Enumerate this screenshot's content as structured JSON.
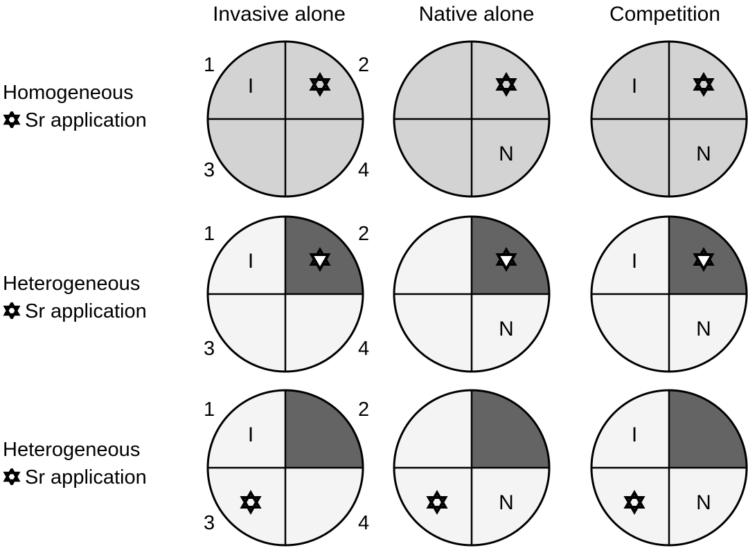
{
  "columns": [
    "Invasive alone",
    "Native alone",
    "Competition"
  ],
  "rows": [
    {
      "line1": "Homogeneous",
      "line2": "Sr application"
    },
    {
      "line1": "Heterogeneous",
      "line2": "Sr application"
    },
    {
      "line1": "Heterogeneous",
      "line2": "Sr application"
    }
  ],
  "quadrant_numbers": [
    "1",
    "2",
    "3",
    "4"
  ],
  "colors": {
    "light": "#f4f4f4",
    "grey": "#d3d3d3",
    "dark": "#646464",
    "stroke": "#000000"
  },
  "circles": [
    [
      {
        "fill": [
          "grey",
          "grey",
          "grey",
          "grey"
        ],
        "I": true,
        "N": false,
        "star": 2
      },
      {
        "fill": [
          "grey",
          "grey",
          "grey",
          "grey"
        ],
        "I": false,
        "N": true,
        "star": 2
      },
      {
        "fill": [
          "grey",
          "grey",
          "grey",
          "grey"
        ],
        "I": true,
        "N": true,
        "star": 2
      }
    ],
    [
      {
        "fill": [
          "light",
          "dark",
          "light",
          "light"
        ],
        "I": true,
        "N": false,
        "star": 2
      },
      {
        "fill": [
          "light",
          "dark",
          "light",
          "light"
        ],
        "I": false,
        "N": true,
        "star": 2
      },
      {
        "fill": [
          "light",
          "dark",
          "light",
          "light"
        ],
        "I": true,
        "N": true,
        "star": 2
      }
    ],
    [
      {
        "fill": [
          "light",
          "dark",
          "light",
          "light"
        ],
        "I": true,
        "N": false,
        "star": 3
      },
      {
        "fill": [
          "light",
          "dark",
          "light",
          "light"
        ],
        "I": false,
        "N": true,
        "star": 3
      },
      {
        "fill": [
          "light",
          "dark",
          "light",
          "light"
        ],
        "I": true,
        "N": true,
        "star": 3
      }
    ]
  ],
  "letters": {
    "invasive": "I",
    "native": "N"
  }
}
